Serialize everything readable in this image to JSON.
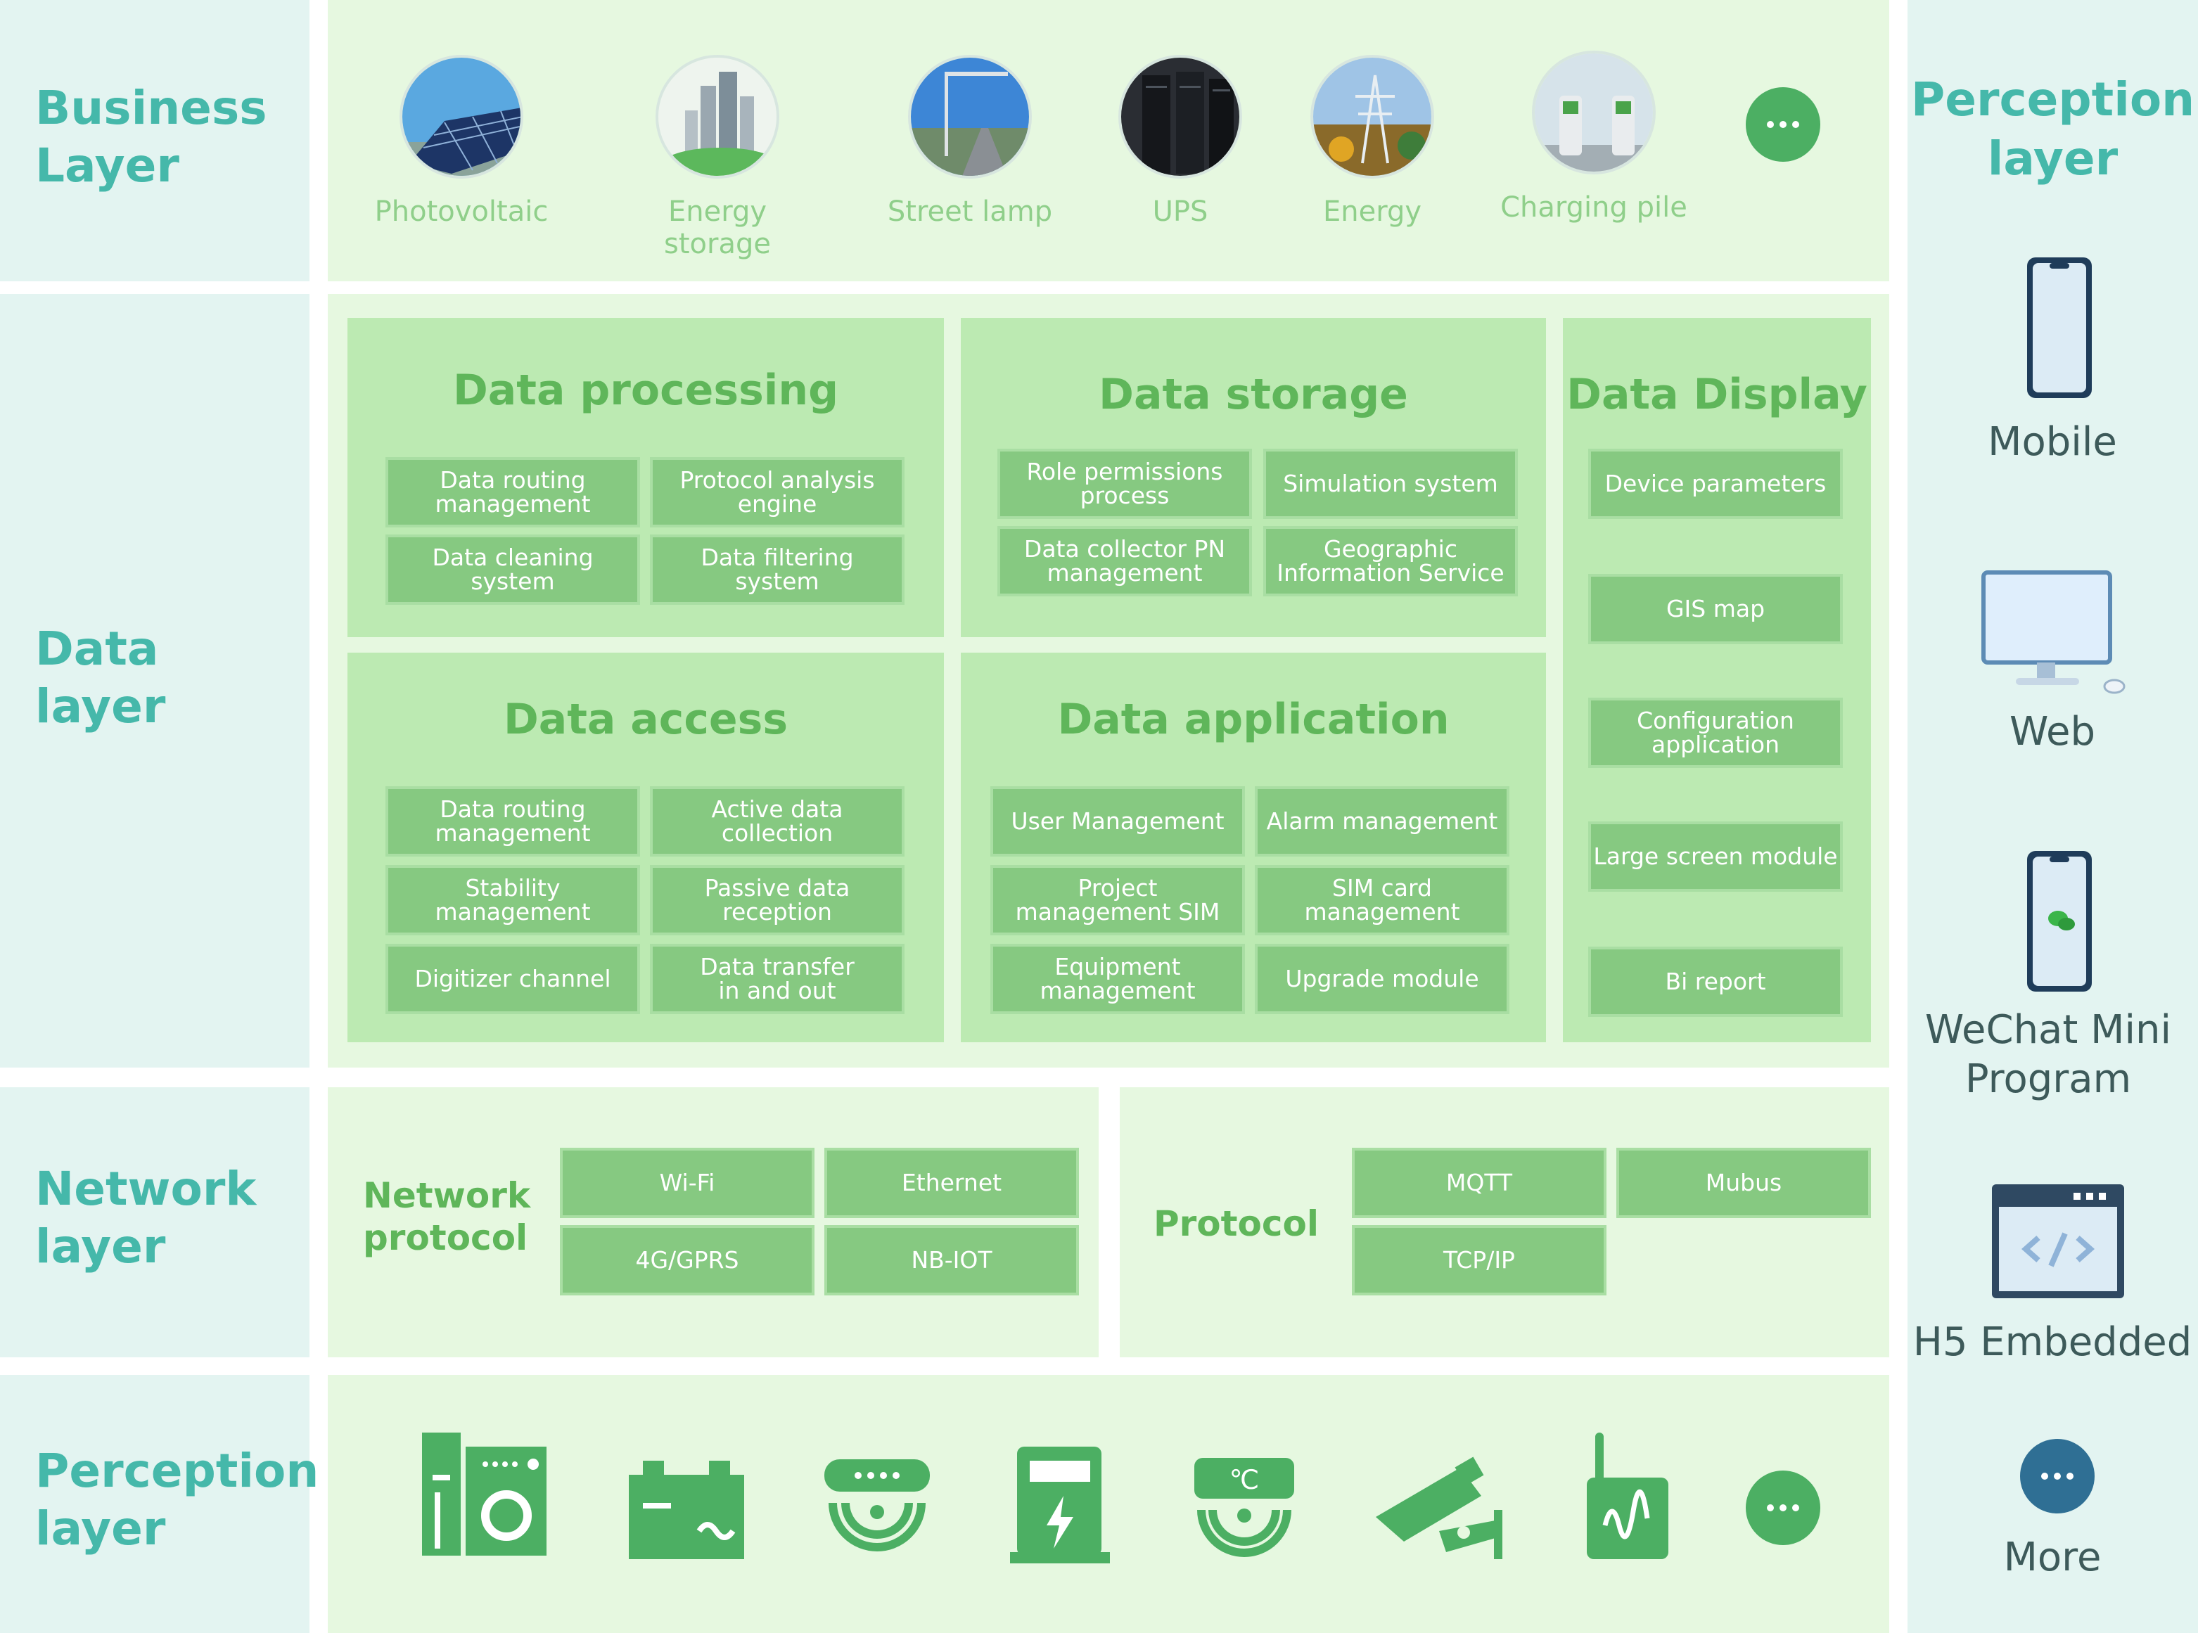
{
  "layers": {
    "business": "Business\nLayer",
    "data": "Data\nlayer",
    "network": "Network\nlayer",
    "perception": "Perception\nlayer"
  },
  "business_items": [
    {
      "label": "Photovoltaic",
      "icon": "solar-panel-photo"
    },
    {
      "label": "Energy storage",
      "icon": "city-energy-photo"
    },
    {
      "label": "Street lamp",
      "icon": "street-lamp-photo"
    },
    {
      "label": "UPS",
      "icon": "server-rack-photo"
    },
    {
      "label": "Energy",
      "icon": "power-tower-photo"
    },
    {
      "label": "Charging pile",
      "icon": "charging-station-photo"
    }
  ],
  "data_processing": {
    "title": "Data processing",
    "items": [
      "Data routing\nmanagement",
      "Protocol analysis\nengine",
      "Data cleaning\nsystem",
      "Data filtering\nsystem"
    ]
  },
  "data_storage": {
    "title": "Data storage",
    "items": [
      "Role permissions\nprocess",
      "Simulation system",
      "Data collector PN\nmanagement",
      "Geographic\nInformation Service"
    ]
  },
  "data_display": {
    "title": "Data Display",
    "items": [
      "Device parameters",
      "GIS map",
      "Configuration\napplication",
      "Large screen module",
      "Bi report"
    ]
  },
  "data_access": {
    "title": "Data access",
    "items": [
      "Data routing\nmanagement",
      "Active data\ncollection",
      "Stability\nmanagement",
      "Passive data\nreception",
      "Digitizer channel",
      "Data transfer\nin and out"
    ]
  },
  "data_application": {
    "title": "Data application",
    "items": [
      "User Management",
      "Alarm management",
      "Project\nmanagement SIM",
      "SIM card\nmanagement",
      "Equipment\nmanagement",
      "Upgrade module"
    ]
  },
  "network": {
    "protocol_title": "Network\nprotocol",
    "protocol_items": [
      "Wi-Fi",
      "Ethernet",
      "4G/GPRS",
      "NB-IOT"
    ],
    "proto_title": "Protocol",
    "proto_items": [
      "MQTT",
      "Mubus",
      "TCP/IP"
    ]
  },
  "perception_icons": [
    "washing-machine-icon",
    "battery-icon",
    "wireless-sensor-icon",
    "charging-pile-icon",
    "temperature-sensor-icon",
    "surveillance-camera-icon",
    "signal-transmitter-icon",
    "more-icon"
  ],
  "right": {
    "title": "Perception\nlayer",
    "items": [
      {
        "label": "Mobile",
        "icon": "mobile-phone-icon"
      },
      {
        "label": "Web",
        "icon": "monitor-icon"
      },
      {
        "label": "WeChat Mini\nProgram",
        "icon": "wechat-phone-icon"
      },
      {
        "label": "H5 Embedded",
        "icon": "code-window-icon"
      },
      {
        "label": "More",
        "icon": "more-icon"
      }
    ]
  },
  "colors": {
    "label_text": "#45b8aa",
    "title_green": "#5fb65a",
    "box_green": "#86c981",
    "panel": "#e6f8e0",
    "sub_panel": "#bceab2",
    "more_blue": "#2f6f94"
  }
}
